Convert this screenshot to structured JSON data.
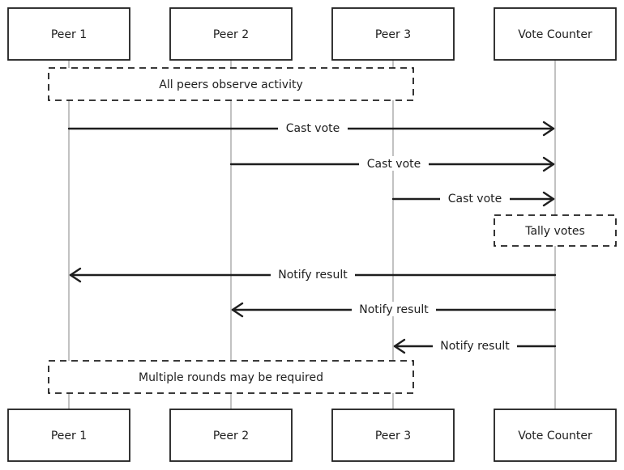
{
  "participants": [
    {
      "id": "p1",
      "label": "Peer 1"
    },
    {
      "id": "p2",
      "label": "Peer 2"
    },
    {
      "id": "p3",
      "label": "Peer 3"
    },
    {
      "id": "vc",
      "label": "Vote Counter"
    }
  ],
  "notes": {
    "observe": "All peers observe activity",
    "tally": "Tally votes",
    "rounds": "Multiple rounds may be required"
  },
  "messages": [
    {
      "from": "p1",
      "to": "vc",
      "label": "Cast vote"
    },
    {
      "from": "p2",
      "to": "vc",
      "label": "Cast vote"
    },
    {
      "from": "p3",
      "to": "vc",
      "label": "Cast vote"
    },
    {
      "from": "vc",
      "to": "p1",
      "label": "Notify result"
    },
    {
      "from": "vc",
      "to": "p2",
      "label": "Notify result"
    },
    {
      "from": "vc",
      "to": "p3",
      "label": "Notify result"
    }
  ]
}
